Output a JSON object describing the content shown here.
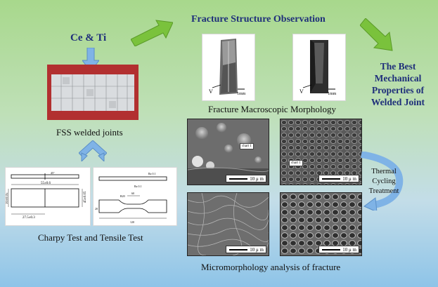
{
  "labels": {
    "ce": "Ce",
    "amp": " & ",
    "ti": "Ti",
    "fracture_title": "Fracture Structure Observation",
    "best_properties": "The Best Mechanical Properties of Welded Joint",
    "fss": "FSS welded joints",
    "macro": "Fracture Macroscopic Morphology",
    "charpy": "Charpy Test and Tensile Test",
    "micro": "Micromorphology analysis of fracture",
    "thermal": "Thermal Cycling Treatment"
  },
  "macro_images": [
    {
      "v": "V",
      "scale": "1mm"
    },
    {
      "v": "V",
      "scale": "1mm"
    }
  ],
  "sem_images": [
    {
      "scale": "10 μ m",
      "label": "chart 1"
    },
    {
      "scale": "10 μ m",
      "label": "chart 1"
    },
    {
      "scale": "10 μ m"
    },
    {
      "scale": "10 μ m"
    }
  ],
  "charpy_drawing": {
    "dims": [
      "55±0.6",
      "10±0.05",
      "27.5±0.3",
      "45°",
      "45±0.05"
    ]
  },
  "tensile_drawing": {
    "dims": [
      "Ra 0.1",
      "Ra 0.1",
      "60",
      "R20",
      "20",
      "120"
    ]
  },
  "colors": {
    "arrow_green": "#7ac23c",
    "arrow_blue": "#7fb3e6",
    "title_navy": "#1f2f7a"
  }
}
